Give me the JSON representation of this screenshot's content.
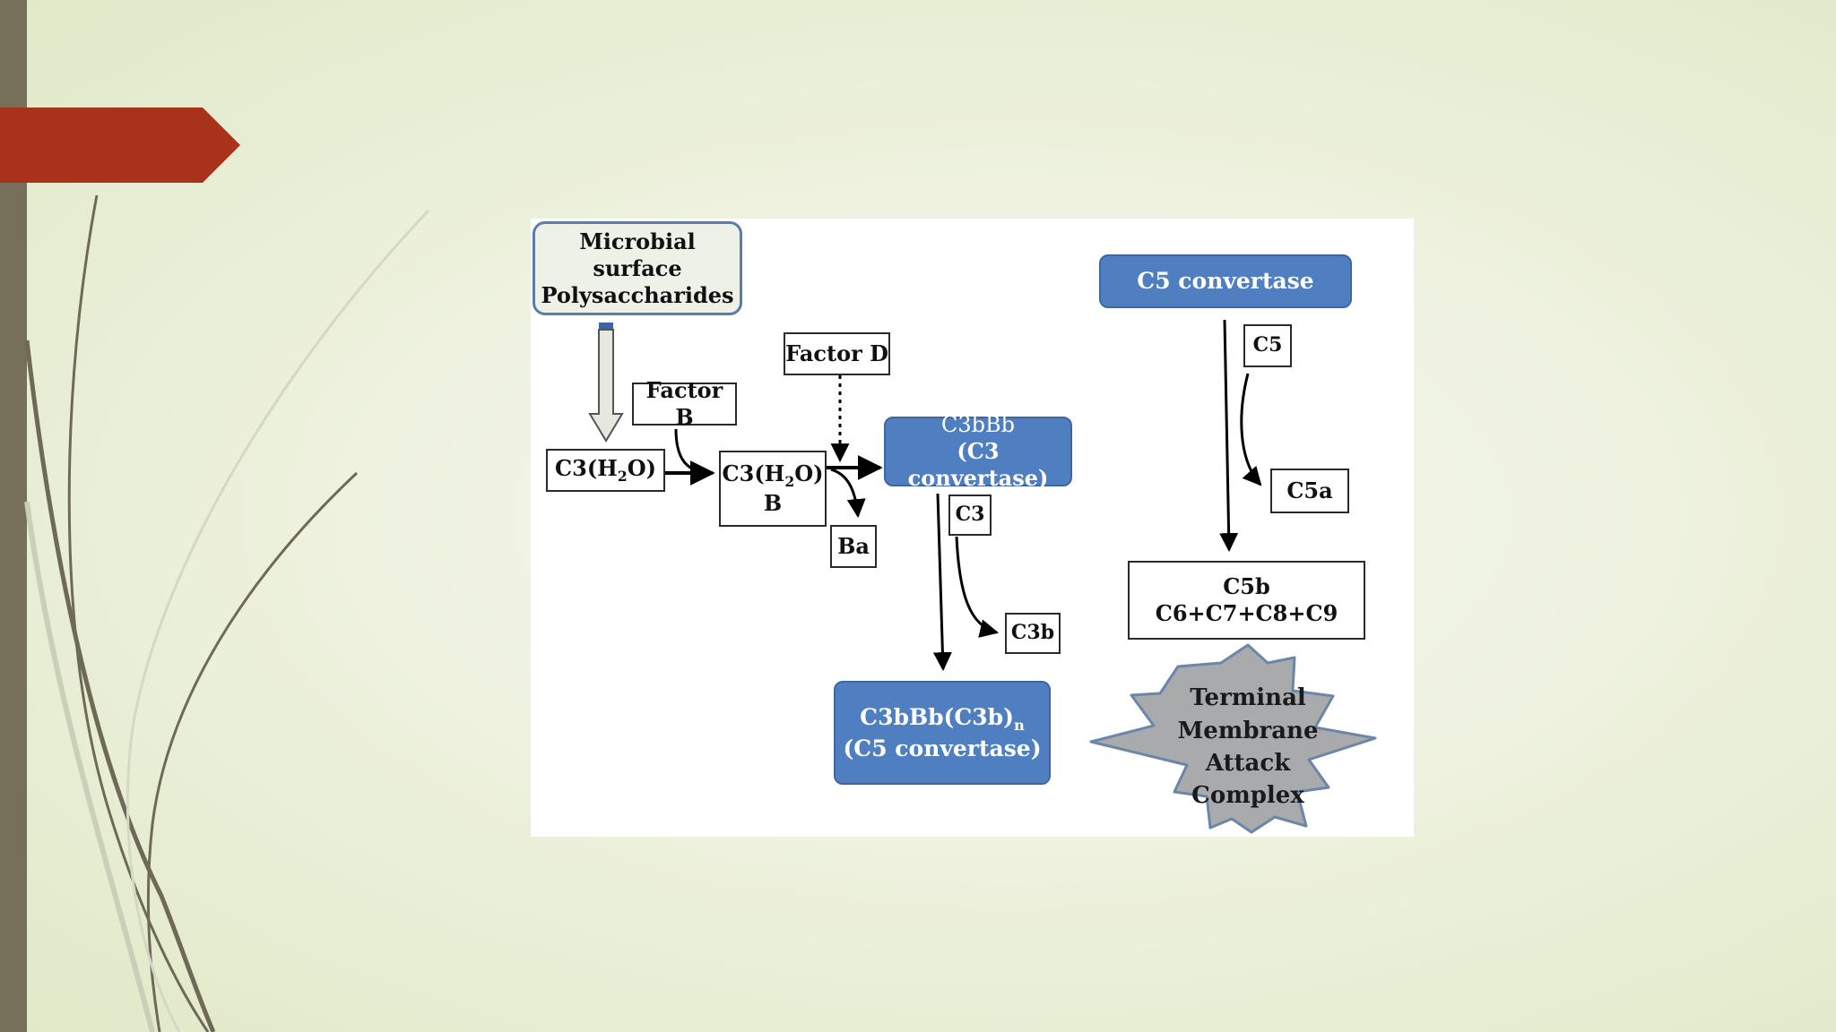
{
  "colors": {
    "accent_red": "#a8321a",
    "sidebar": "#76705a",
    "node_blue": "#4f7fc0",
    "star_gray": "#a9aaac"
  },
  "diagram": {
    "start_node": {
      "line1": "Microbial surface",
      "line2": "Polysaccharides"
    },
    "c3h2o": {
      "base": "C3(H",
      "sub": "2",
      "tail": "O)"
    },
    "factor_b": "Factor B",
    "factor_d": "Factor D",
    "c3h2ob": {
      "base": "C3(H",
      "sub": "2",
      "tail": "O)",
      "line2": "B"
    },
    "ba": "Ba",
    "c3bbb": {
      "line1": "C3bBb",
      "line2": "(C3 convertase)"
    },
    "c3": "C3",
    "c3b": "C3b",
    "c5_convertase_complex": {
      "line1_base": "C3bBb(C3b)",
      "line1_sub": "n",
      "line2": "(C5 convertase)"
    },
    "c5_convertase": "C5 convertase",
    "c5": "C5",
    "c5a": "C5a",
    "c5b_box": {
      "line1": "C5b",
      "line2": "C6+C7+C8+C9"
    },
    "mac": {
      "line1": "Terminal",
      "line2": "Membrane",
      "line3": "Attack",
      "line4": "Complex"
    }
  }
}
